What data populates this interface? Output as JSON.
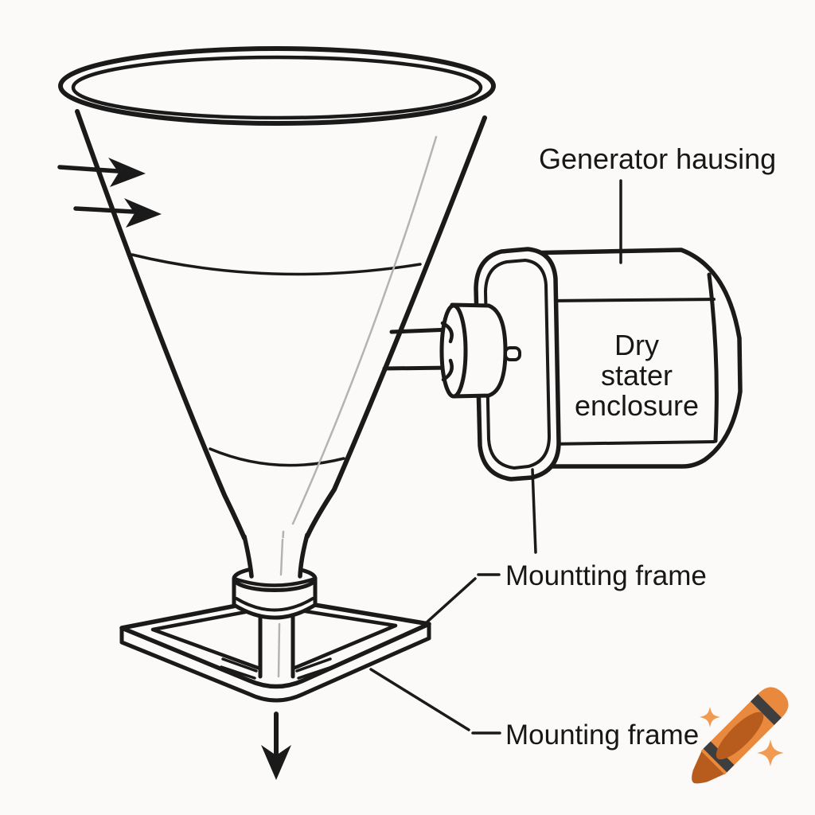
{
  "labels": {
    "generator_housing": "Generator hausing",
    "dry_stator": [
      "Dry",
      "stater",
      "enclosure"
    ],
    "mounting_frame_upper": "Mountting frame",
    "mounting_frame_lower": "Mounting frame"
  },
  "icons": {
    "watermark": "crayon-with-sparkles"
  },
  "colors": {
    "ink": "#1a1a1a",
    "paper": "#FBFAF8",
    "faint_line": "#B3B3B3",
    "crayon_body": "#E8893D",
    "crayon_dark": "#B85C1E",
    "crayon_stripe": "#3E3E3E",
    "sparkle": "#F09A52"
  }
}
